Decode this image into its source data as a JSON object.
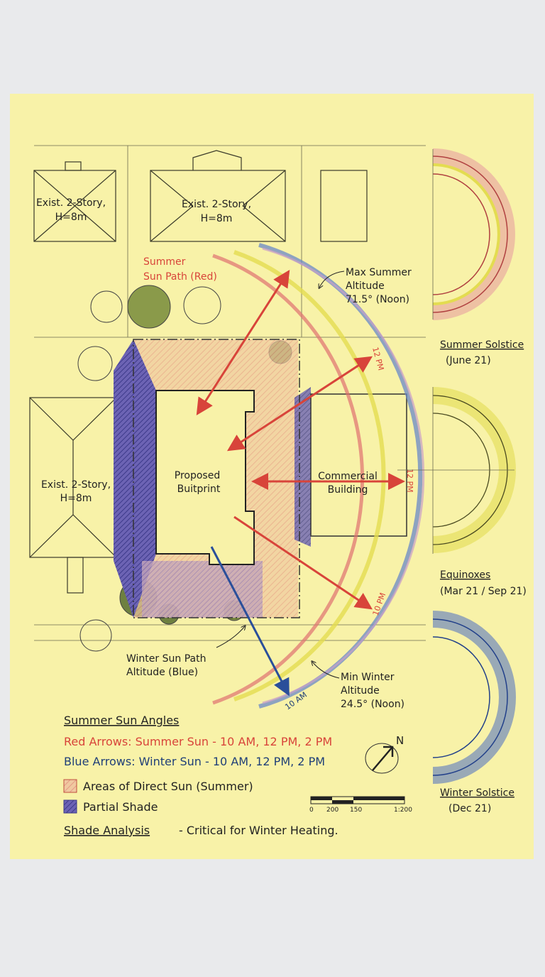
{
  "labels": {
    "house_nw": [
      "Exist. 2-Story,",
      "H=8m"
    ],
    "house_n": [
      "Exist. 2-Story,",
      "H=8m"
    ],
    "house_w": [
      "Exist. 2-Story,",
      "H=8m"
    ],
    "summer_path": [
      "Summer",
      "Sun Path (Red)"
    ],
    "max_summer": [
      "Max Summer",
      "Altitude",
      "71.5° (Noon)"
    ],
    "proposed": [
      "Proposed",
      "Buitprint"
    ],
    "commercial": [
      "Commercial",
      "Building"
    ],
    "winter_path": [
      "Winter Sun Path",
      "Altitude (Blue)"
    ],
    "min_winter": [
      "Min Winter",
      "Altitude",
      "24.5° (Noon)"
    ]
  },
  "arc_times": {
    "t1": "12 PM",
    "t2": "12 PM",
    "t3": "10 PM",
    "t4": "10 AM"
  },
  "side_diagrams": [
    {
      "title": "Summer Solstice",
      "date": "(June 21)",
      "color": "#e8a0a0"
    },
    {
      "title": "Equinoxes",
      "date": "(Mar 21 / Sep 21)",
      "color": "#e6e060"
    },
    {
      "title": "Winter Solstice",
      "date": "(Dec 21)",
      "color": "#5a78c0"
    }
  ],
  "legend": {
    "heading": "Summer Sun Angles",
    "red_arrows": "Red Arrows: Summer Sun - 10 AM, 12 PM, 2 PM",
    "blue_arrows": "Blue Arrows: Winter Sun - 10 AM, 12 PM, 2 PM",
    "direct_sun": "Areas of Direct Sun (Summer)",
    "partial_shade": "Partial Shade",
    "footer_title": "Shade Analysis",
    "footer_text": "- Critical for Winter Heating."
  },
  "north": "N",
  "scale": [
    "0",
    "200",
    "150",
    "1:200"
  ],
  "colors": {
    "paper": "#f8f2a8",
    "red": "#d8443a",
    "blue": "#2a4f9a",
    "shade": "#6a5fb0",
    "sun": "#e9a28c"
  }
}
